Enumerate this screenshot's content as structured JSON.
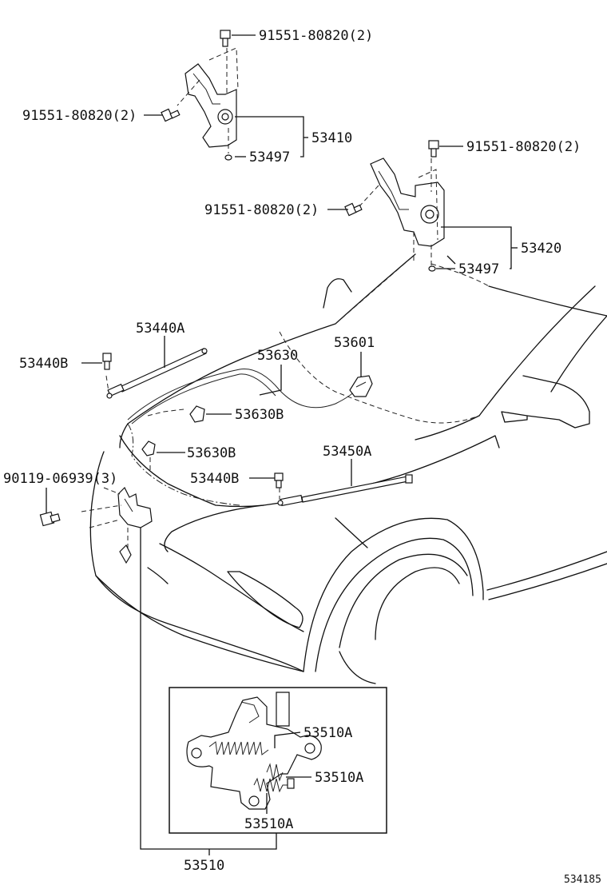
{
  "callouts": {
    "bolt_top_left_hinge": "91551-80820(2)",
    "bolt_side_left_hinge": "91551-80820(2)",
    "left_hinge_assy": "53410",
    "left_hinge_collar": "53497",
    "bolt_top_right_hinge": "91551-80820(2)",
    "bolt_side_right_hinge": "91551-80820(2)",
    "right_hinge_assy": "53420",
    "right_hinge_collar": "53497",
    "support_rod_a": "53440A",
    "support_rod_b_left": "53440B",
    "hood_seal": "53630",
    "hood_bumper": "53601",
    "seal_clip_upper": "53630B",
    "seal_clip_lower": "53630B",
    "support_rod_right": "53450A",
    "support_rod_b_right": "53440B",
    "lock_bolt": "90119-06939(3)",
    "lock_spring_1": "53510A",
    "lock_spring_2": "53510A",
    "lock_spring_3": "53510A",
    "hood_lock_assy": "53510"
  },
  "diagram_id": "534185"
}
